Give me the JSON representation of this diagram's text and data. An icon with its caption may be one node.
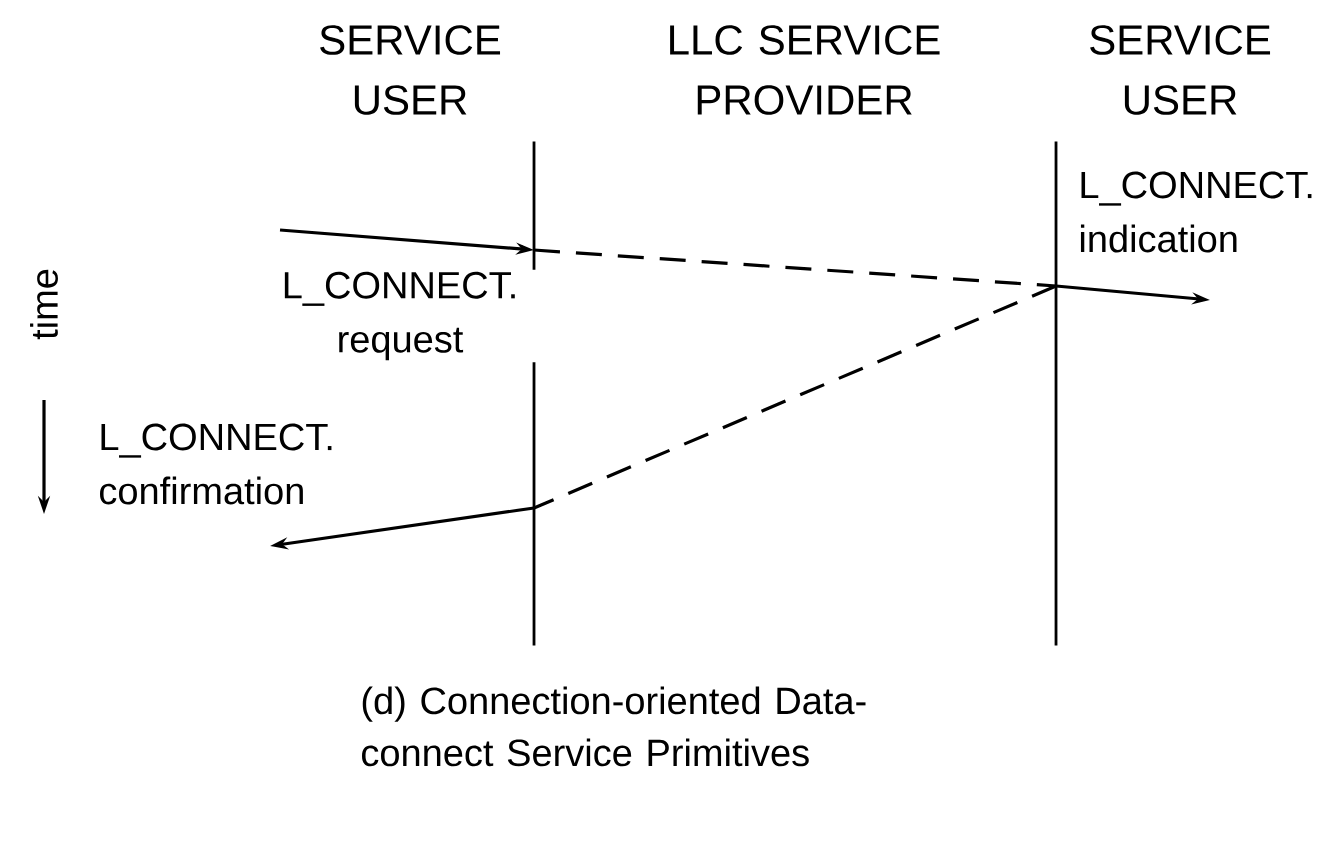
{
  "diagram": {
    "caption": "(d) Connection-oriented Data-connect Service Primitives",
    "nodes": [
      {
        "text": [],
        "shape": "line"
      },
      {
        "text": [],
        "shape": "line"
      }
    ],
    "edges": [
      {
        "from": null,
        "to": 0,
        "arrow": "to",
        "label": "L_CONNECT. request"
      },
      {
        "from": 0,
        "to": 1,
        "arrow": "none",
        "style": "dashed"
      },
      {
        "from": 1,
        "to": null,
        "arrow": "to",
        "label": "L_CONNECT. indication"
      },
      {
        "from": 1,
        "to": 0,
        "arrow": "none",
        "style": "dashed"
      },
      {
        "from": 0,
        "to": null,
        "arrow": "to",
        "label": "L_CONNECT. confirmation"
      }
    ],
    "labels": [
      "SERVICE USER",
      "LLC SERVICE PROVIDER",
      "SERVICE USER",
      "time"
    ]
  }
}
